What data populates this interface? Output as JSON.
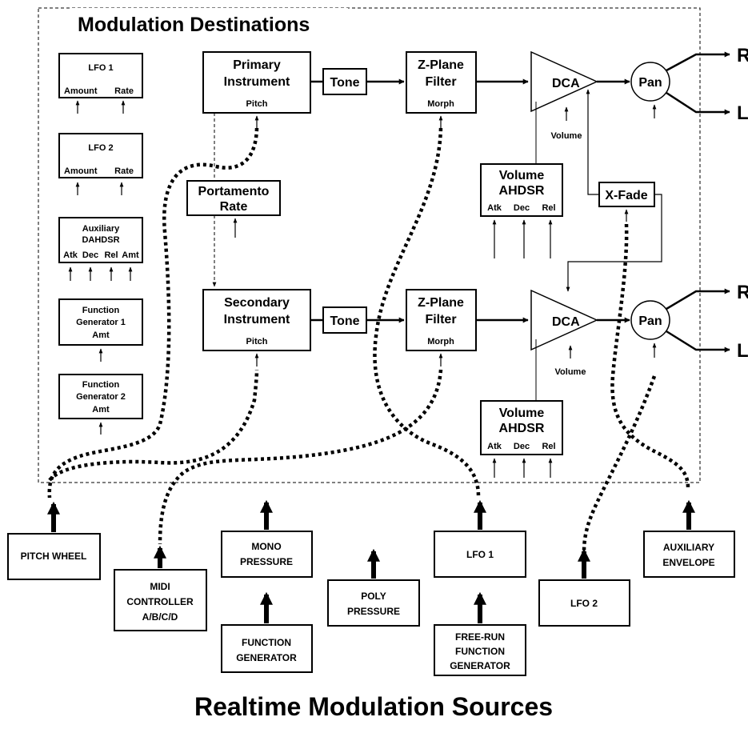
{
  "titles": {
    "destinations": "Modulation Destinations",
    "sources": "Realtime Modulation Sources"
  },
  "small_blocks": {
    "lfo1": {
      "title": "LFO 1",
      "params": [
        "Amount",
        "Rate"
      ]
    },
    "lfo2": {
      "title": "LFO 2",
      "params": [
        "Amount",
        "Rate"
      ]
    },
    "aux": {
      "title_lines": [
        "Auxiliary",
        "DAHDSR"
      ],
      "params": [
        "Atk",
        "Dec",
        "Rel",
        "Amt"
      ]
    },
    "fg1": {
      "title_lines": [
        "Function",
        "Generator 1"
      ],
      "param": "Amt"
    },
    "fg2": {
      "title_lines": [
        "Function",
        "Generator 2"
      ],
      "param": "Amt"
    }
  },
  "primary": {
    "title_lines": [
      "Primary",
      "Instrument"
    ],
    "param": "Pitch"
  },
  "secondary": {
    "title_lines": [
      "Secondary",
      "Instrument"
    ],
    "param": "Pitch"
  },
  "portamento": {
    "title_lines": [
      "Portamento",
      "Rate"
    ]
  },
  "tone": "Tone",
  "filter": {
    "title_lines": [
      "Z-Plane",
      "Filter"
    ],
    "param": "Morph"
  },
  "dca": "DCA",
  "pan": "Pan",
  "volume_label": "Volume",
  "volume_env": {
    "title_lines": [
      "Volume",
      "AHDSR"
    ],
    "params": [
      "Atk",
      "Dec",
      "Rel"
    ]
  },
  "xfade": "X-Fade",
  "outputs": {
    "right": "R",
    "left": "L"
  },
  "sources": {
    "pitch_wheel": "PITCH WHEEL",
    "midi": [
      "MIDI",
      "CONTROLLER",
      "A/B/C/D"
    ],
    "mono": [
      "MONO",
      "PRESSURE"
    ],
    "function_gen": [
      "FUNCTION",
      "GENERATOR"
    ],
    "poly": [
      "POLY",
      "PRESSURE"
    ],
    "lfo1": "LFO 1",
    "free_run": [
      "FREE-RUN",
      "FUNCTION",
      "GENERATOR"
    ],
    "lfo2": "LFO 2",
    "aux_env": [
      "AUXILIARY",
      "ENVELOPE"
    ]
  }
}
